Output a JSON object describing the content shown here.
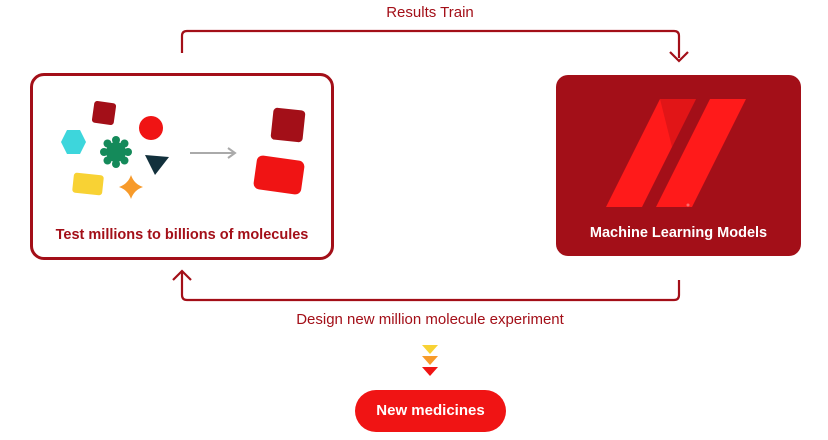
{
  "diagram": {
    "top_label": "Results Train",
    "bottom_label": "Design new million molecule experiment",
    "test_box": {
      "label": "Test millions to billions of molecules"
    },
    "ml_box": {
      "label": "Machine Learning Models"
    },
    "result_pill": {
      "label": "New medicines"
    }
  },
  "colors": {
    "brand_dark_red": "#a30f18",
    "bright_red": "#f01414",
    "logo_red": "#ff1a1a",
    "cyan": "#3dd6dc",
    "green": "#148a5a",
    "navy": "#12303c",
    "yellow": "#f8d234",
    "orange": "#f79a2a",
    "arrow_gray": "#aaaaaa"
  }
}
